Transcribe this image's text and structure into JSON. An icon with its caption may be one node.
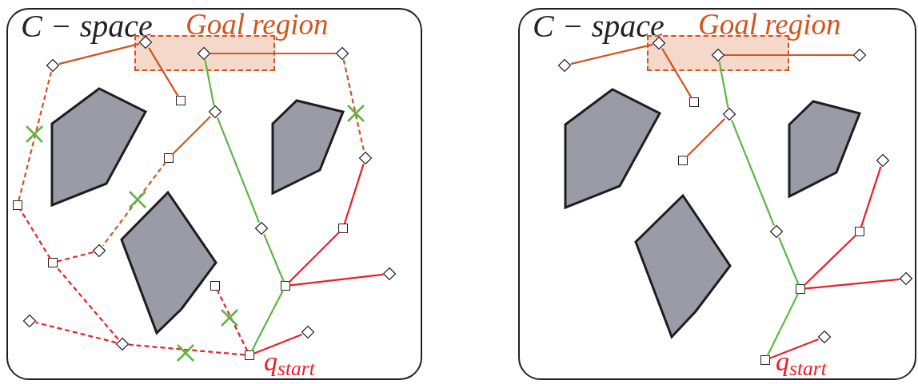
{
  "diagram": {
    "nodes": [
      {
        "text": [
          "C − space"
        ]
      },
      {
        "text": [
          "Goal region"
        ],
        "in": 0
      },
      {
        "text": [],
        "shape": "diamond",
        "in": 1
      },
      {
        "text": [],
        "shape": "diamond",
        "in": 1
      },
      {
        "text": [],
        "shape": "diamond",
        "in": 0
      },
      {
        "text": [],
        "shape": "diamond",
        "in": 0
      },
      {
        "text": [],
        "shape": "box",
        "in": 0
      },
      {
        "text": [],
        "shape": "diamond",
        "in": 0
      },
      {
        "text": [],
        "shape": "box",
        "in": 0
      },
      {
        "text": [],
        "shape": "diamond",
        "in": 0
      },
      {
        "text": [],
        "shape": "box",
        "in": 0
      },
      {
        "text": [],
        "shape": "diamond",
        "in": 0
      },
      {
        "text": [],
        "shape": "box",
        "in": 0
      },
      {
        "text": [],
        "shape": "diamond",
        "in": 0
      },
      {
        "text": [],
        "shape": "box",
        "in": 0
      },
      {
        "text": [],
        "shape": "box",
        "in": 0
      },
      {
        "text": [],
        "shape": "box",
        "in": 0
      },
      {
        "text": [],
        "shape": "diamond",
        "in": 0
      },
      {
        "text": [],
        "shape": "diamond",
        "in": 0
      },
      {
        "text": [],
        "shape": "diamond",
        "in": 0
      },
      {
        "text": [],
        "shape": "diamond",
        "in": 0
      },
      {
        "text": [],
        "shape": "box",
        "in": 0,
        "beside": [
          "q$_{start}$"
        ]
      },
      {
        "text": [
          "C − space"
        ]
      },
      {
        "text": [
          "Goal region"
        ],
        "in": 22
      },
      {
        "text": [],
        "shape": "diamond",
        "in": 23
      },
      {
        "text": [],
        "shape": "diamond",
        "in": 23
      },
      {
        "text": [],
        "shape": "diamond",
        "in": 22
      },
      {
        "text": [],
        "shape": "diamond",
        "in": 22
      },
      {
        "text": [],
        "shape": "box",
        "in": 22
      },
      {
        "text": [],
        "shape": "diamond",
        "in": 22
      },
      {
        "text": [],
        "shape": "box",
        "in": 22
      },
      {
        "text": [],
        "shape": "diamond",
        "in": 22
      },
      {
        "text": [],
        "shape": "diamond",
        "in": 22
      },
      {
        "text": [],
        "shape": "box",
        "in": 22
      },
      {
        "text": [],
        "shape": "box",
        "in": 22
      },
      {
        "text": [],
        "shape": "diamond",
        "in": 22
      },
      {
        "text": [],
        "shape": "diamond",
        "in": 22
      },
      {
        "text": [],
        "shape": "box",
        "in": 22,
        "beside": [
          "q$_{start}$"
        ]
      }
    ],
    "edges": [
      {
        "from": 21,
        "to": 15,
        "arrow": "none",
        "color": "#5cb544"
      },
      {
        "from": 15,
        "to": 11,
        "arrow": "none",
        "color": "#5cb544"
      },
      {
        "from": 11,
        "to": 7,
        "arrow": "none",
        "color": "#5cb544"
      },
      {
        "from": 7,
        "to": 3,
        "arrow": "none",
        "color": "#5cb544"
      },
      {
        "from": 3,
        "to": 4,
        "arrow": "none",
        "color": "#d2541e"
      },
      {
        "from": 2,
        "to": 5,
        "arrow": "none",
        "color": "#d2541e"
      },
      {
        "from": 2,
        "to": 6,
        "arrow": "none",
        "color": "#d2541e"
      },
      {
        "from": 7,
        "to": 8,
        "arrow": "none",
        "color": "#d2541e"
      },
      {
        "from": 8,
        "to": 13,
        "arrow": "none",
        "style": "dashed",
        "color": "#d2541e"
      },
      {
        "from": 13,
        "to": 14,
        "arrow": "none",
        "style": "dashed"
      },
      {
        "from": 14,
        "to": 10,
        "arrow": "none",
        "style": "dashed"
      },
      {
        "from": 10,
        "to": 5,
        "arrow": "none",
        "style": "dashed",
        "color": "#d2541e"
      },
      {
        "from": 4,
        "to": 9,
        "arrow": "none",
        "style": "dashed",
        "color": "#d2541e"
      },
      {
        "from": 9,
        "to": 12,
        "arrow": "none"
      },
      {
        "from": 12,
        "to": 15,
        "arrow": "none"
      },
      {
        "from": 15,
        "to": 17,
        "arrow": "none"
      },
      {
        "from": 21,
        "to": 19,
        "arrow": "none"
      },
      {
        "from": 21,
        "to": 20,
        "arrow": "none",
        "style": "dashed"
      },
      {
        "from": 20,
        "to": 14,
        "arrow": "none",
        "style": "dashed"
      },
      {
        "from": 20,
        "to": 18,
        "arrow": "none",
        "style": "dashed"
      },
      {
        "from": 21,
        "to": 16,
        "arrow": "none",
        "style": "dashed"
      },
      {
        "from": 37,
        "to": 34,
        "arrow": "none",
        "color": "#5cb544"
      },
      {
        "from": 34,
        "to": 32,
        "arrow": "none",
        "color": "#5cb544"
      },
      {
        "from": 32,
        "to": 29,
        "arrow": "none",
        "color": "#5cb544"
      },
      {
        "from": 29,
        "to": 25,
        "arrow": "none",
        "color": "#5cb544"
      },
      {
        "from": 25,
        "to": 26,
        "arrow": "none",
        "color": "#d2541e"
      },
      {
        "from": 24,
        "to": 27,
        "arrow": "none",
        "color": "#d2541e"
      },
      {
        "from": 24,
        "to": 28,
        "arrow": "none",
        "color": "#d2541e"
      },
      {
        "from": 29,
        "to": 30,
        "arrow": "none",
        "color": "#d2541e"
      },
      {
        "from": 37,
        "to": 36,
        "arrow": "none"
      },
      {
        "from": 34,
        "to": 35,
        "arrow": "none"
      },
      {
        "from": 34,
        "to": 33,
        "arrow": "none"
      },
      {
        "from": 33,
        "to": 31,
        "arrow": "none"
      }
    ]
  }
}
